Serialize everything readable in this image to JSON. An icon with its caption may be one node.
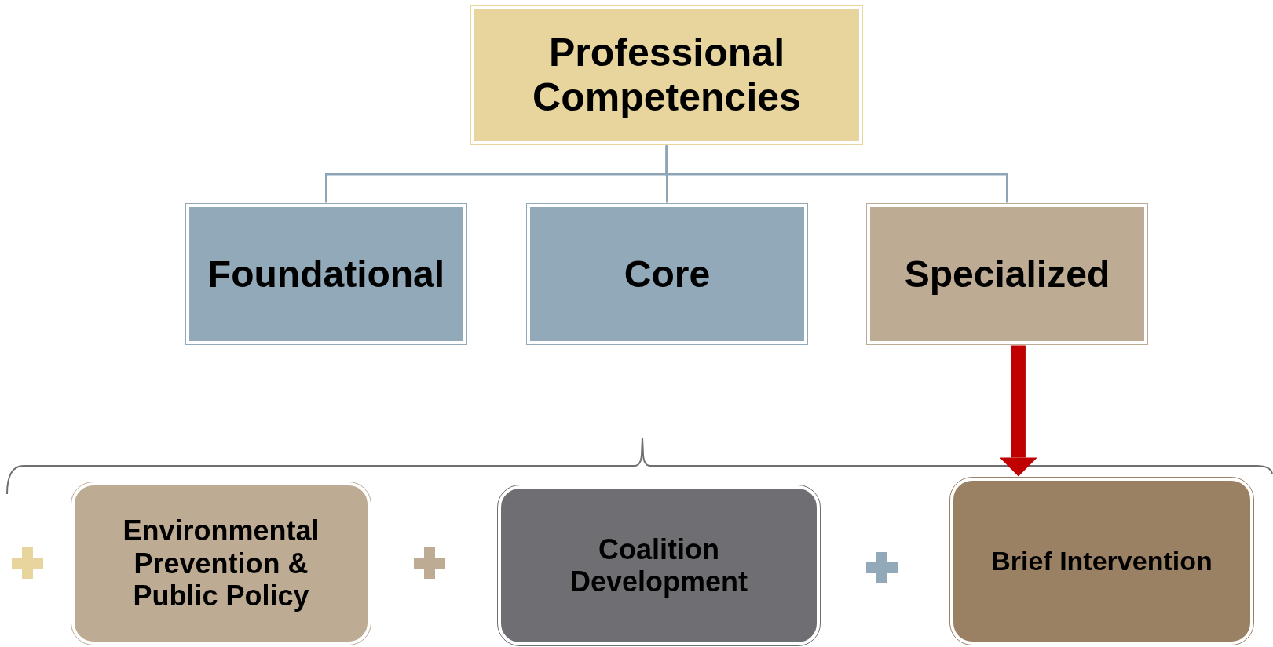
{
  "diagram": {
    "nodes": [
      {
        "text": [
          "Professional Competencies"
        ]
      },
      {
        "text": [
          "Foundational"
        ]
      },
      {
        "text": [
          "Core"
        ]
      },
      {
        "text": [
          "Specialized"
        ]
      },
      {
        "text": [
          "Environmental Prevention & Public Policy"
        ]
      },
      {
        "text": [
          "Coalition Development"
        ]
      },
      {
        "text": [
          "Brief Intervention"
        ]
      }
    ],
    "edges": [
      {
        "from": 0,
        "to": 1,
        "arrow": "none"
      },
      {
        "from": 0,
        "to": 2,
        "arrow": "none"
      },
      {
        "from": 0,
        "to": 3,
        "arrow": "none"
      },
      {
        "from": 3,
        "to": 6,
        "arrow": "to",
        "style": "thick",
        "color": "#c00000"
      }
    ]
  }
}
